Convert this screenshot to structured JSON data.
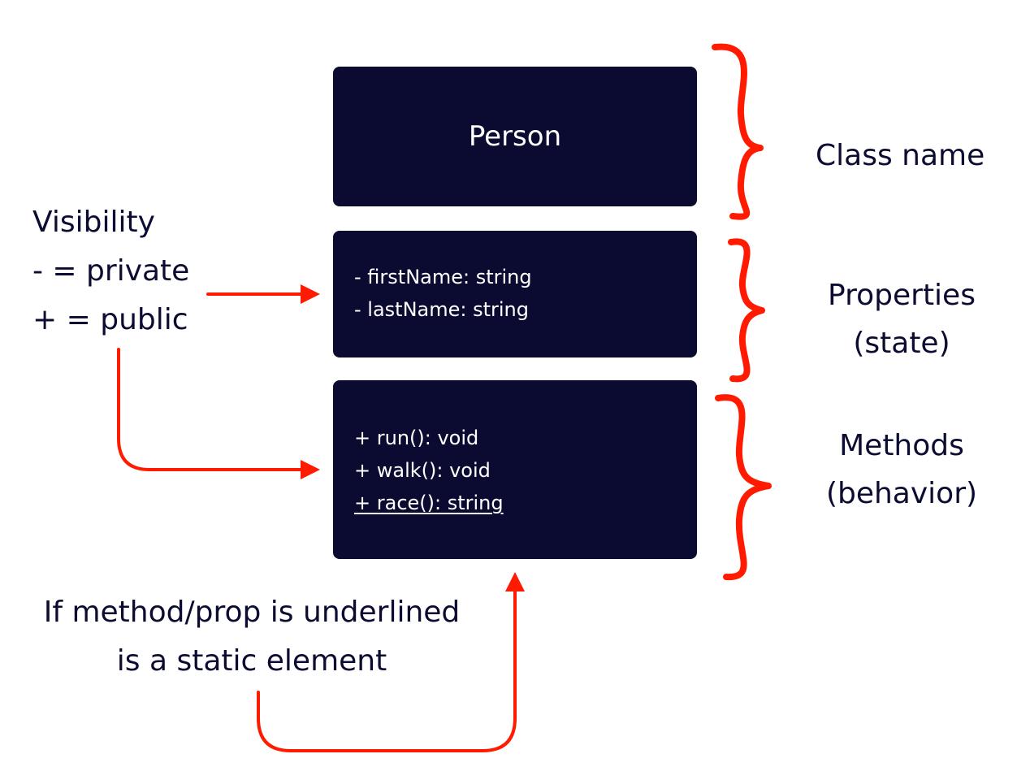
{
  "diagram": {
    "class_box": {
      "name": "Person",
      "properties": [
        "- firstName: string",
        "- lastName: string"
      ],
      "methods": [
        "+ run(): void",
        "+ walk(): void",
        "+ race(): string"
      ]
    },
    "annotations": {
      "class_name_label": "Class name",
      "properties_label": [
        "Properties",
        "(state)"
      ],
      "methods_label": [
        "Methods",
        "(behavior)"
      ],
      "visibility": [
        "Visibility",
        "- = private",
        "+ = public"
      ],
      "static_note": [
        "If method/prop is underlined",
        "is a static element"
      ]
    },
    "colors": {
      "box": "#0b0b32",
      "box_text": "#ffffff",
      "annotation_red": "#ff1a00",
      "label_text": "#0c0c33"
    }
  }
}
